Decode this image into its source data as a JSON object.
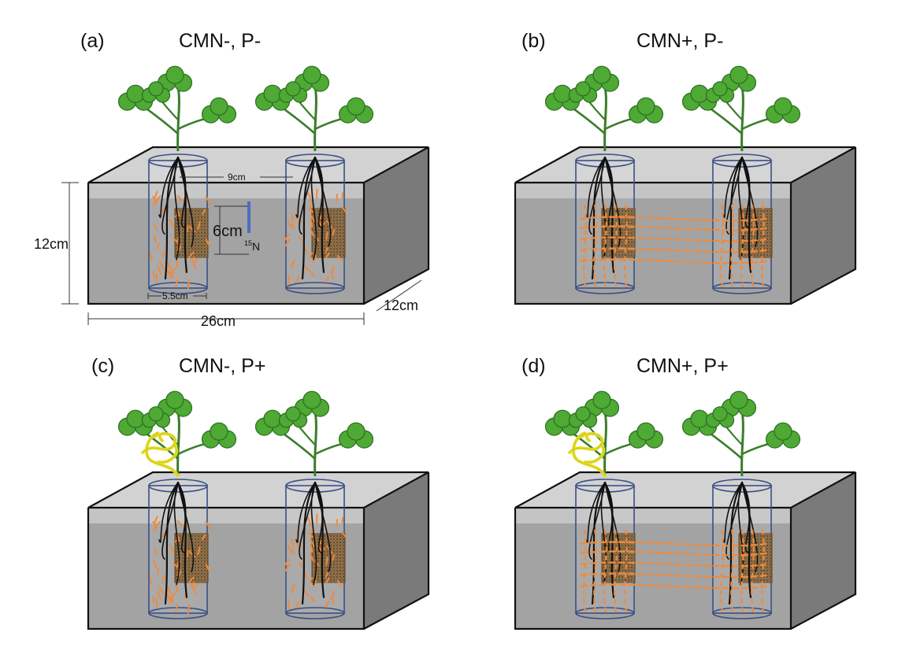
{
  "panels": [
    {
      "letter": "(a)",
      "title": "CMN-, P-",
      "network": false,
      "parasite": false
    },
    {
      "letter": "(b)",
      "title": "CMN+, P-",
      "network": true,
      "parasite": false
    },
    {
      "letter": "(c)",
      "title": "CMN-, P+",
      "network": false,
      "parasite": true
    },
    {
      "letter": "(d)",
      "title": "CMN+, P+",
      "network": true,
      "parasite": true
    }
  ],
  "dimensions": {
    "height": "12cm",
    "length": "26cm",
    "depth": "12cm",
    "tube_spacing": "9cm",
    "tube_diameter": "5.5cm",
    "bag_height": "6cm",
    "isotope_mass": "15",
    "isotope_element": "N"
  },
  "colors": {
    "leaf": "#4ea935",
    "leaf_edge": "#2a6e1e",
    "stem": "#3a7d2a",
    "root": "#111111",
    "hyphae": "#f08a3c",
    "mesh_bag": "#9a7b52",
    "parasite": "#e6df2a",
    "soil_front": "#a3a3a3",
    "soil_top": "#c9c9c9",
    "soil_side": "#7a7a7a",
    "tube": "#3a4f85",
    "isotope_marker": "#4a6fc4"
  }
}
